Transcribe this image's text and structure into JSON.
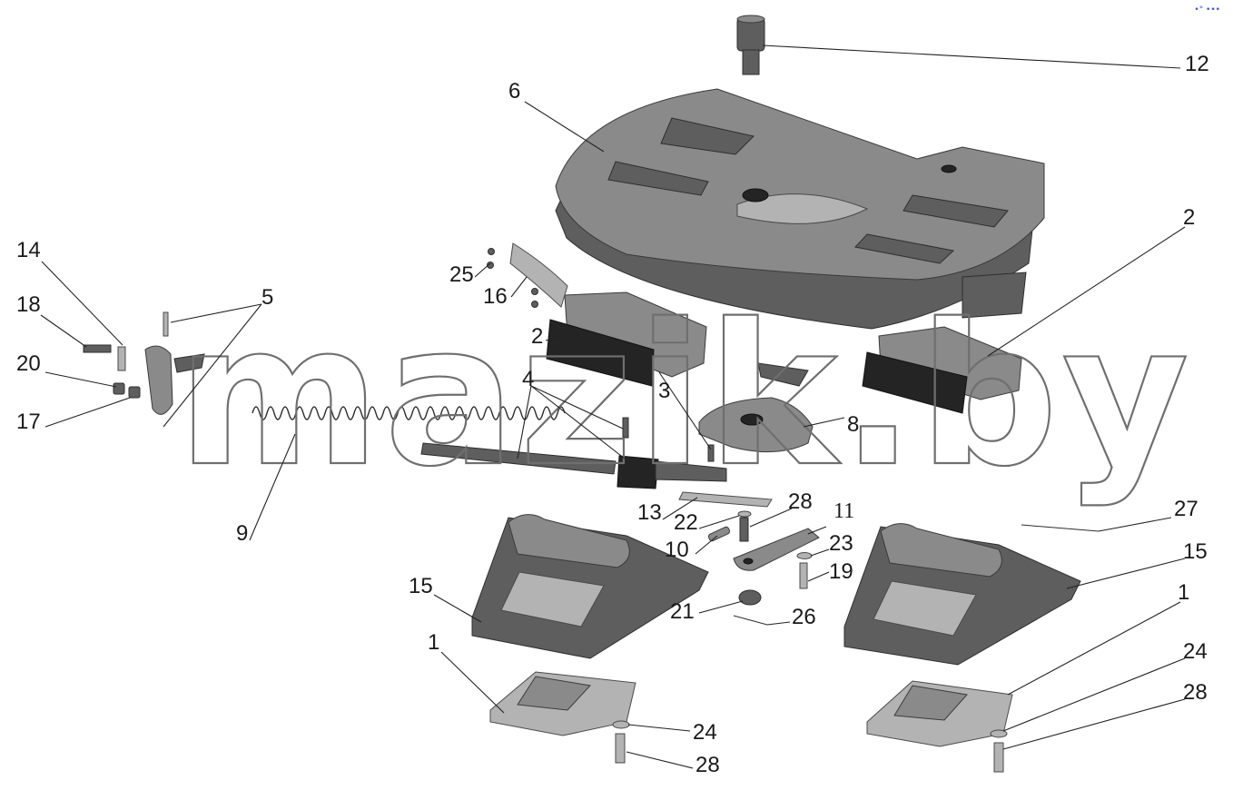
{
  "watermark": "mazik.by",
  "corner_mark": "•° •••",
  "colors": {
    "part_dark": "#5e5e5e",
    "part_mid": "#8a8a8a",
    "part_light": "#b3b3b3",
    "callout": "#1a1a1a"
  },
  "callouts": {
    "c12": "12",
    "c6": "6",
    "c2_right": "2",
    "c2_left": "2",
    "c25": "25",
    "c16": "16",
    "c14": "14",
    "c18": "18",
    "c5": "5",
    "c20": "20",
    "c17": "17",
    "c4": "4",
    "c3": "3",
    "c8": "8",
    "c9": "9",
    "c13": "13",
    "c28_mid": "28",
    "c11": "11",
    "c22": "22",
    "c10": "10",
    "c23": "23",
    "c19": "19",
    "c27": "27",
    "c15_right": "15",
    "c15_left": "15",
    "c1_right": "1",
    "c21": "21",
    "c26": "26",
    "c1_left": "1",
    "c24_right": "24",
    "c28_right": "28",
    "c24_left": "24",
    "c28_left": "28"
  }
}
